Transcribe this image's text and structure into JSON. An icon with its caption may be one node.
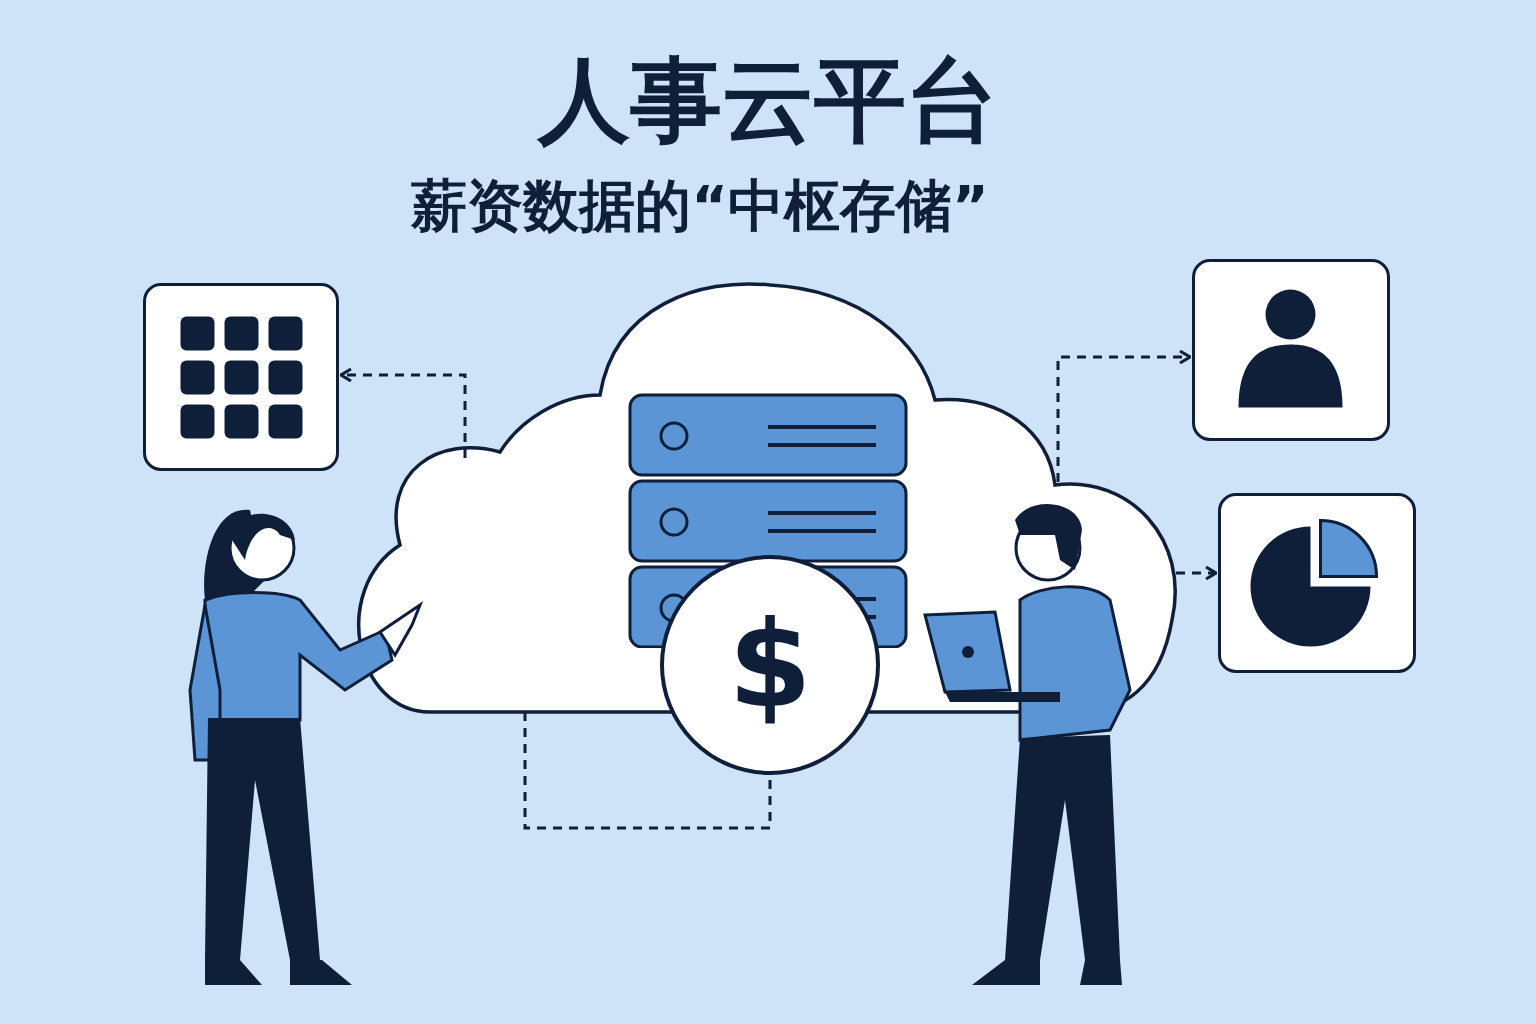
{
  "diagram": {
    "title": "人事云平台",
    "nodes": [
      {
        "text": [],
        "shape": "cloud"
      },
      {
        "text": [],
        "shape": "picture",
        "in": 0
      },
      {
        "text": [
          "$"
        ]
      },
      {
        "text": [],
        "shape": "picture"
      },
      {
        "text": [],
        "shape": "picture"
      },
      {
        "text": [],
        "shape": "picture"
      }
    ],
    "edges": [
      {
        "from": 0,
        "to": 3,
        "arrow": "to",
        "style": "dashed"
      },
      {
        "from": 0,
        "to": 4,
        "arrow": "to",
        "style": "dashed"
      },
      {
        "from": 0,
        "to": 5,
        "arrow": "to",
        "style": "dashed"
      },
      {
        "from": 0,
        "to": 2,
        "arrow": "none",
        "style": "dashed"
      }
    ],
    "labels": [
      "薪资数据的“中枢存储”"
    ]
  }
}
